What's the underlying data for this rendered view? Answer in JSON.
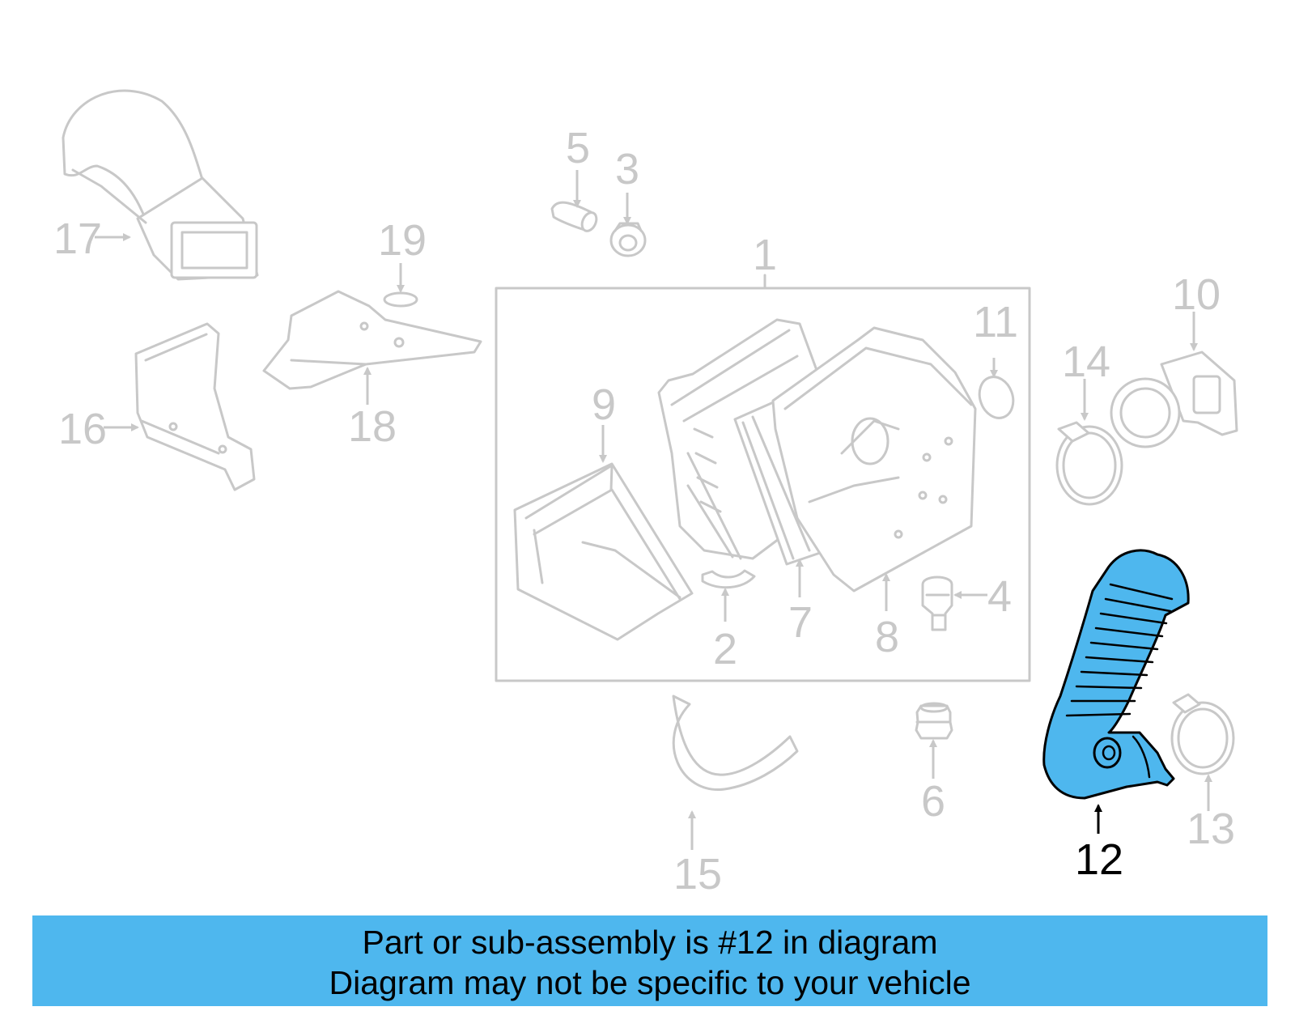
{
  "diagram": {
    "labels": {
      "p1": "1",
      "p2": "2",
      "p3": "3",
      "p4": "4",
      "p5": "5",
      "p6": "6",
      "p7": "7",
      "p8": "8",
      "p9": "9",
      "p10": "10",
      "p11": "11",
      "p12": "12",
      "p13": "13",
      "p14": "14",
      "p15": "15",
      "p16": "16",
      "p17": "17",
      "p18": "18",
      "p19": "19"
    },
    "selected_part": "12",
    "colors": {
      "highlight": "#4eb7ee",
      "faded": "#c8c8c8",
      "selected_label": "#000000"
    }
  },
  "banner": {
    "line1": "Part or sub-assembly is #12 in diagram",
    "line2": "Diagram may not be specific to your vehicle"
  }
}
